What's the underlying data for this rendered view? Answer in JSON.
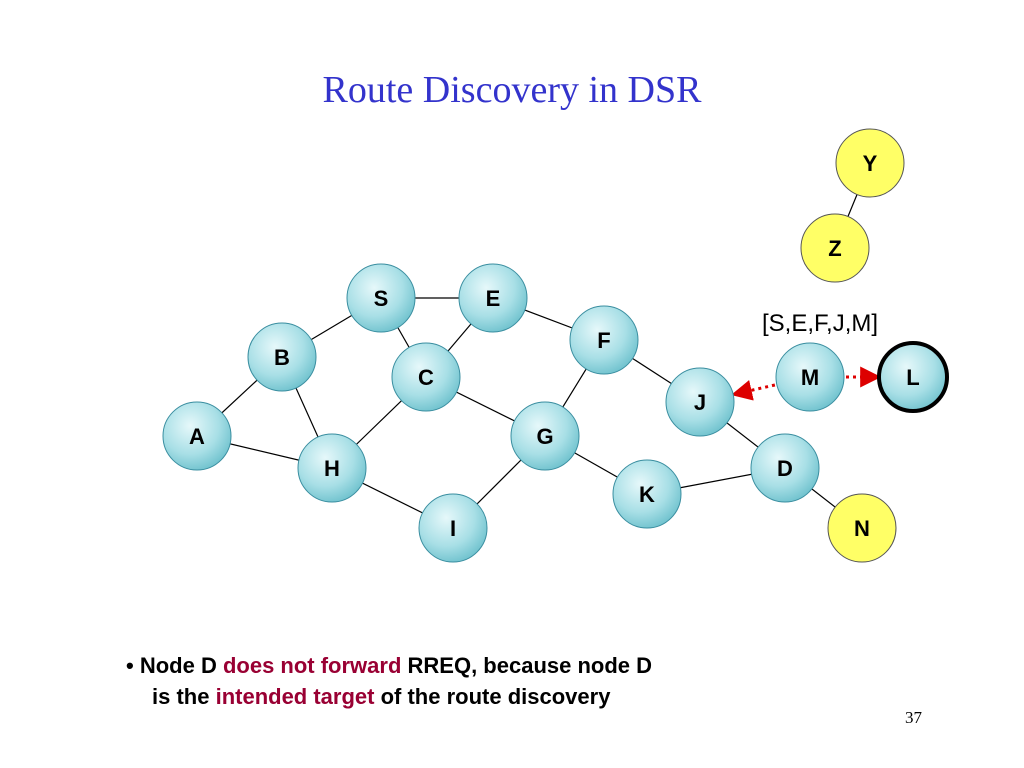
{
  "slide": {
    "title": "Route Discovery in DSR",
    "page_number": "37"
  },
  "diagram": {
    "nodes": [
      {
        "id": "S",
        "label": "S",
        "style": "bubble"
      },
      {
        "id": "E",
        "label": "E",
        "style": "bubble"
      },
      {
        "id": "F",
        "label": "F",
        "style": "bubble"
      },
      {
        "id": "B",
        "label": "B",
        "style": "bubble"
      },
      {
        "id": "C",
        "label": "C",
        "style": "bubble"
      },
      {
        "id": "M",
        "label": "M",
        "style": "bubble"
      },
      {
        "id": "L",
        "label": "L",
        "style": "bubble-highlighted"
      },
      {
        "id": "J",
        "label": "J",
        "style": "bubble"
      },
      {
        "id": "A",
        "label": "A",
        "style": "bubble"
      },
      {
        "id": "G",
        "label": "G",
        "style": "bubble"
      },
      {
        "id": "H",
        "label": "H",
        "style": "bubble"
      },
      {
        "id": "D",
        "label": "D",
        "style": "bubble"
      },
      {
        "id": "K",
        "label": "K",
        "style": "bubble"
      },
      {
        "id": "I",
        "label": "I",
        "style": "bubble"
      },
      {
        "id": "Y",
        "label": "Y",
        "style": "yellow"
      },
      {
        "id": "Z",
        "label": "Z",
        "style": "yellow"
      },
      {
        "id": "N",
        "label": "N",
        "style": "yellow"
      }
    ],
    "edges": [
      [
        "Y",
        "Z"
      ],
      [
        "S",
        "E"
      ],
      [
        "S",
        "B"
      ],
      [
        "S",
        "C"
      ],
      [
        "E",
        "C"
      ],
      [
        "E",
        "F"
      ],
      [
        "B",
        "A"
      ],
      [
        "B",
        "H"
      ],
      [
        "A",
        "H"
      ],
      [
        "C",
        "H"
      ],
      [
        "C",
        "G"
      ],
      [
        "H",
        "I"
      ],
      [
        "F",
        "G"
      ],
      [
        "F",
        "J"
      ],
      [
        "G",
        "K"
      ],
      [
        "I",
        "G"
      ],
      [
        "J",
        "D"
      ],
      [
        "K",
        "D"
      ],
      [
        "D",
        "N"
      ]
    ],
    "rreq_arrows": [
      {
        "from": "M",
        "to": "J",
        "color": "#dd0000",
        "style": "dotted"
      },
      {
        "from": "M",
        "to": "L",
        "color": "#dd0000",
        "style": "dotted"
      }
    ],
    "route_label": {
      "text": "[S,E,F,J,M]",
      "near": "M"
    },
    "colors": {
      "bubble_fill": "#a8dfe6",
      "bubble_stroke": "#3a8ea0",
      "yellow_fill": "#ffff66",
      "highlight_stroke": "#000000",
      "arrow": "#dd0000"
    }
  },
  "bullet": {
    "marker": "•",
    "part1": "Node D ",
    "highlight1": "does not forward",
    "part2": " RREQ, because node D",
    "part3": "is the ",
    "highlight2": "intended target",
    "part4": " of the route discovery",
    "highlight_color": "#990033"
  }
}
